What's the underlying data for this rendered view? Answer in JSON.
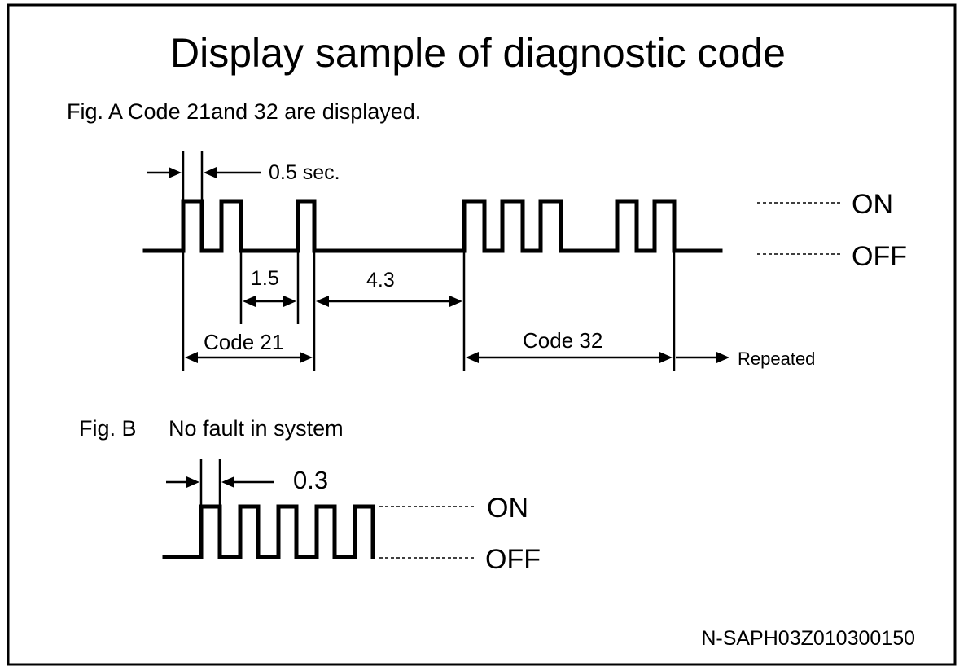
{
  "title": "Display sample of diagnostic code",
  "fig_a": {
    "caption": "Fig. A Code 21and 32 are displayed.",
    "pulse_width_label": "0.5 sec.",
    "gap_short_label": "1.5",
    "gap_long_label": "4.3",
    "code_a_label": "Code 21",
    "code_b_label": "Code 32",
    "repeat_label": "Repeated",
    "on_label": "ON",
    "off_label": "OFF"
  },
  "fig_b": {
    "caption_prefix": "Fig. B",
    "caption": "No fault in system",
    "pulse_width_label": "0.3",
    "on_label": "ON",
    "off_label": "OFF"
  },
  "reference_code": "N-SAPH03Z010300150"
}
